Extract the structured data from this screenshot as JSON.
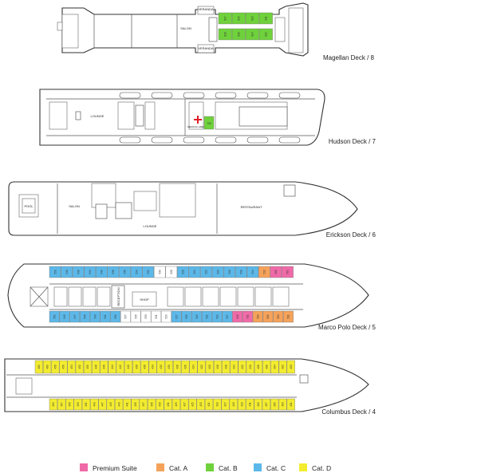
{
  "colors": {
    "premium_suite": "#f06aa8",
    "cat_a": "#f5a25a",
    "cat_b": "#6fd13b",
    "cat_c": "#5cb8e8",
    "cat_d": "#f3ec2e",
    "medical": "#e0202a"
  },
  "decks": [
    {
      "id": "magellan",
      "label": "Magellan Deck / 8",
      "rooms": [
        "SALON",
        "VERANDA",
        "VERANDA"
      ],
      "cabins_top": [
        "817",
        "815",
        "813",
        "811"
      ],
      "cabins_bottom": [
        "818",
        "816",
        "814",
        "812"
      ]
    },
    {
      "id": "hudson",
      "label": "Hudson Deck / 7",
      "rooms": [
        "LOUNGE",
        "MEDICAL AREA"
      ],
      "cabins": [
        "705"
      ]
    },
    {
      "id": "erickson",
      "label": "Erickson Deck / 6",
      "rooms": [
        "POOL",
        "SALON",
        "LOUNGE",
        "RESTAURANT"
      ]
    },
    {
      "id": "marcopolo",
      "label": "Marco Polo Deck / 5",
      "rooms": [
        "RECEPTION",
        "SHOP"
      ],
      "cabins_top": [
        "550",
        "548",
        "546",
        "544",
        "540",
        "538",
        "536",
        "534",
        "532",
        "530",
        "528",
        "526",
        "524",
        "522",
        "520",
        "518",
        "516",
        "514",
        "510",
        "506",
        "502"
      ],
      "cabins_bottom": [
        "551",
        "549",
        "547",
        "545",
        "543",
        "541",
        "539",
        "537",
        "535",
        "533",
        "531",
        "529",
        "527",
        "525",
        "523",
        "521",
        "519",
        "517",
        "515",
        "511",
        "509",
        "505",
        "503",
        "501"
      ]
    },
    {
      "id": "columbus",
      "label": "Columbus Deck / 4",
      "cabins_top": [
        "462",
        "460",
        "458",
        "456",
        "454",
        "452",
        "450",
        "448",
        "446",
        "444",
        "442",
        "440",
        "438",
        "436",
        "434",
        "432",
        "430",
        "428",
        "426",
        "424",
        "422",
        "420",
        "418",
        "416",
        "414",
        "412",
        "410",
        "408",
        "406",
        "404",
        "402",
        "400"
      ],
      "cabins_bottom": [
        "459",
        "457",
        "455",
        "453",
        "451",
        "449",
        "447",
        "445",
        "443",
        "441",
        "439",
        "437",
        "435",
        "433",
        "431",
        "429",
        "427",
        "425",
        "423",
        "421",
        "419",
        "417",
        "415",
        "413",
        "411",
        "409",
        "407",
        "405",
        "403",
        "401"
      ]
    }
  ],
  "legend": [
    {
      "key": "premium_suite",
      "label": "Premium Suite",
      "color": "#f06aa8"
    },
    {
      "key": "cat_a",
      "label": "Cat. A",
      "color": "#f5a25a"
    },
    {
      "key": "cat_b",
      "label": "Cat. B",
      "color": "#6fd13b"
    },
    {
      "key": "cat_c",
      "label": "Cat. C",
      "color": "#5cb8e8"
    },
    {
      "key": "cat_d",
      "label": "Cat. D",
      "color": "#f3ec2e"
    }
  ]
}
